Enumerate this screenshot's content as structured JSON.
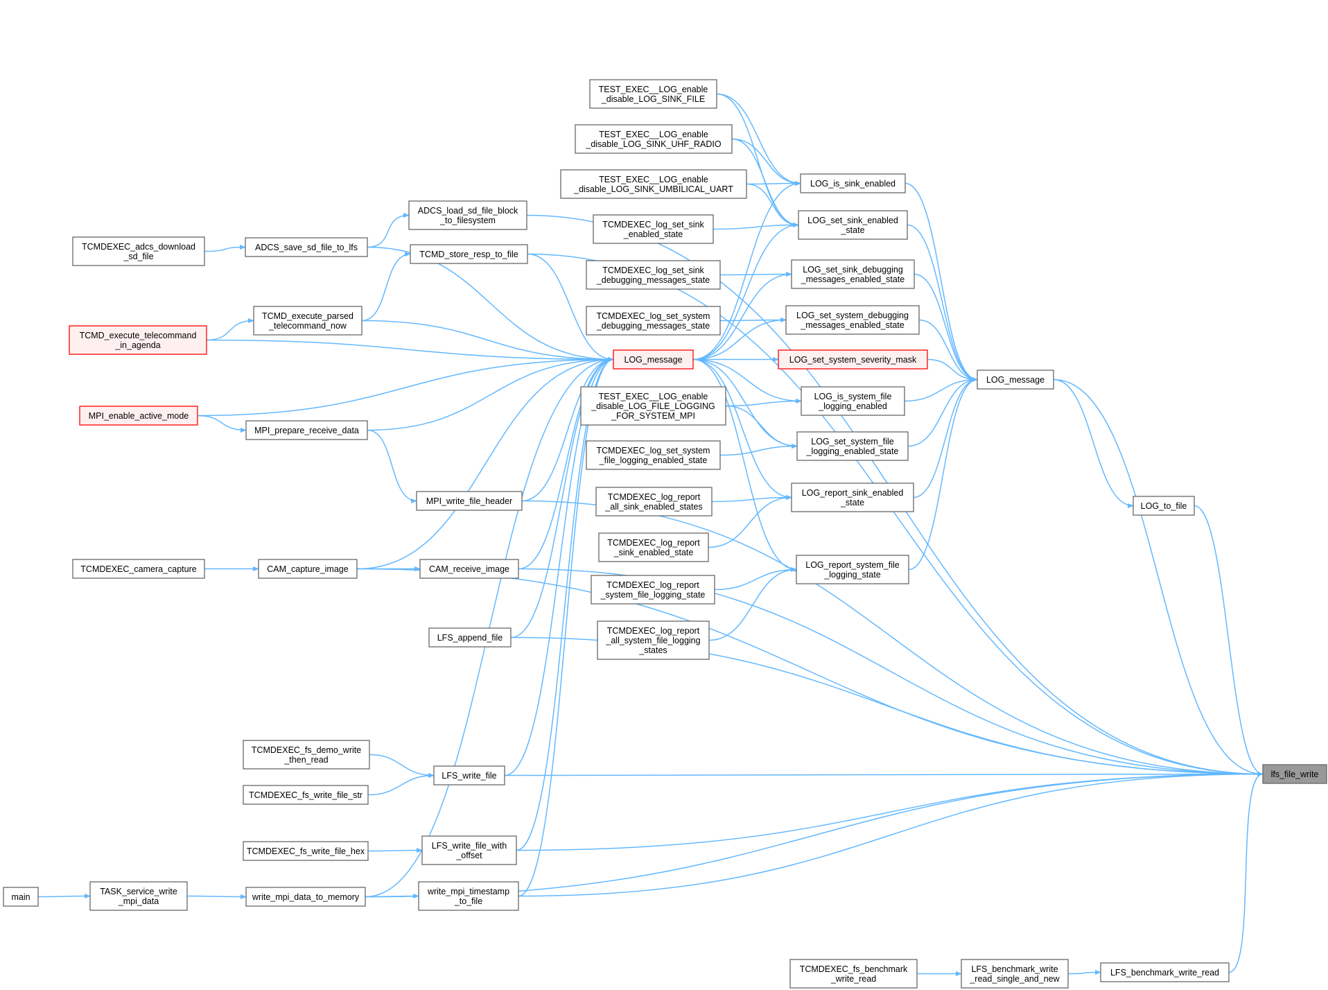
{
  "graph": {
    "nodes": [
      {
        "id": "lfs_file_write",
        "lines": [
          "lfs_file_write"
        ],
        "style": "highlight"
      },
      {
        "id": "main",
        "lines": [
          "main"
        ],
        "style": "normal"
      },
      {
        "id": "TASK_service_write_mpi_data",
        "lines": [
          "TASK_service_write",
          "_mpi_data"
        ],
        "style": "normal"
      },
      {
        "id": "write_mpi_data_to_memory",
        "lines": [
          "write_mpi_data_to_memory"
        ],
        "style": "normal"
      },
      {
        "id": "write_mpi_timestamp_to_file",
        "lines": [
          "write_mpi_timestamp",
          "_to_file"
        ],
        "style": "normal"
      },
      {
        "id": "TCMDEXEC_fs_write_file_hex",
        "lines": [
          "TCMDEXEC_fs_write_file_hex"
        ],
        "style": "normal"
      },
      {
        "id": "LFS_write_file_with_offset",
        "lines": [
          "LFS_write_file_with",
          "_offset"
        ],
        "style": "normal"
      },
      {
        "id": "TCMDEXEC_fs_demo_write_then_read",
        "lines": [
          "TCMDEXEC_fs_demo_write",
          "_then_read"
        ],
        "style": "normal"
      },
      {
        "id": "TCMDEXEC_fs_write_file_str",
        "lines": [
          "TCMDEXEC_fs_write_file_str"
        ],
        "style": "normal"
      },
      {
        "id": "LFS_write_file",
        "lines": [
          "LFS_write_file"
        ],
        "style": "normal"
      },
      {
        "id": "LFS_append_file",
        "lines": [
          "LFS_append_file"
        ],
        "style": "normal"
      },
      {
        "id": "TCMDEXEC_camera_capture",
        "lines": [
          "TCMDEXEC_camera_capture"
        ],
        "style": "normal"
      },
      {
        "id": "CAM_capture_image",
        "lines": [
          "CAM_capture_image"
        ],
        "style": "normal"
      },
      {
        "id": "CAM_receive_image",
        "lines": [
          "CAM_receive_image"
        ],
        "style": "normal"
      },
      {
        "id": "MPI_write_file_header",
        "lines": [
          "MPI_write_file_header"
        ],
        "style": "normal"
      },
      {
        "id": "MPI_enable_active_mode",
        "lines": [
          "MPI_enable_active_mode"
        ],
        "style": "red"
      },
      {
        "id": "MPI_prepare_receive_data",
        "lines": [
          "MPI_prepare_receive_data"
        ],
        "style": "normal"
      },
      {
        "id": "TCMD_execute_telecommand_in_agenda",
        "lines": [
          "TCMD_execute_telecommand",
          "_in_agenda"
        ],
        "style": "red"
      },
      {
        "id": "TCMD_execute_parsed_telecommand_now",
        "lines": [
          "TCMD_execute_parsed",
          "_telecommand_now"
        ],
        "style": "normal"
      },
      {
        "id": "TCMDEXEC_adcs_download_sd_file",
        "lines": [
          "TCMDEXEC_adcs_download",
          "_sd_file"
        ],
        "style": "normal"
      },
      {
        "id": "ADCS_save_sd_file_to_lfs",
        "lines": [
          "ADCS_save_sd_file_to_lfs"
        ],
        "style": "normal"
      },
      {
        "id": "ADCS_load_sd_file_block_to_filesystem",
        "lines": [
          "ADCS_load_sd_file_block",
          "_to_filesystem"
        ],
        "style": "normal"
      },
      {
        "id": "TCMD_store_resp_to_file",
        "lines": [
          "TCMD_store_resp_to_file"
        ],
        "style": "normal"
      },
      {
        "id": "LOG_message_left",
        "lines": [
          "LOG_message"
        ],
        "style": "red"
      },
      {
        "id": "TEST_EXEC_FILE",
        "lines": [
          "TEST_EXEC__LOG_enable",
          "_disable_LOG_SINK_FILE"
        ],
        "style": "normal"
      },
      {
        "id": "TEST_EXEC_UHF",
        "lines": [
          "TEST_EXEC__LOG_enable",
          "_disable_LOG_SINK_UHF_RADIO"
        ],
        "style": "normal"
      },
      {
        "id": "TEST_EXEC_UMB",
        "lines": [
          "TEST_EXEC__LOG_enable",
          "_disable_LOG_SINK_UMBILICAL_UART"
        ],
        "style": "normal"
      },
      {
        "id": "TCMDEXEC_log_set_sink_enabled_state",
        "lines": [
          "TCMDEXEC_log_set_sink",
          "_enabled_state"
        ],
        "style": "normal"
      },
      {
        "id": "TCMDEXEC_log_set_sink_debugging",
        "lines": [
          "TCMDEXEC_log_set_sink",
          "_debugging_messages_state"
        ],
        "style": "normal"
      },
      {
        "id": "TCMDEXEC_log_set_system_debugging",
        "lines": [
          "TCMDEXEC_log_set_system",
          "_debugging_messages_state"
        ],
        "style": "normal"
      },
      {
        "id": "TEST_EXEC_SYSTEM_MPI",
        "lines": [
          "TEST_EXEC__LOG_enable",
          "_disable_LOG_FILE_LOGGING",
          "_FOR_SYSTEM_MPI"
        ],
        "style": "normal"
      },
      {
        "id": "TCMDEXEC_log_set_system_file_logging",
        "lines": [
          "TCMDEXEC_log_set_system",
          "_file_logging_enabled_state"
        ],
        "style": "normal"
      },
      {
        "id": "TCMDEXEC_log_report_all_sink",
        "lines": [
          "TCMDEXEC_log_report",
          "_all_sink_enabled_states"
        ],
        "style": "normal"
      },
      {
        "id": "TCMDEXEC_log_report_sink",
        "lines": [
          "TCMDEXEC_log_report",
          "_sink_enabled_state"
        ],
        "style": "normal"
      },
      {
        "id": "TCMDEXEC_log_report_system_file",
        "lines": [
          "TCMDEXEC_log_report",
          "_system_file_logging_state"
        ],
        "style": "normal"
      },
      {
        "id": "TCMDEXEC_log_report_all_system_file",
        "lines": [
          "TCMDEXEC_log_report",
          "_all_system_file_logging",
          "_states"
        ],
        "style": "normal"
      },
      {
        "id": "LOG_is_sink_enabled",
        "lines": [
          "LOG_is_sink_enabled"
        ],
        "style": "normal"
      },
      {
        "id": "LOG_set_sink_enabled_state",
        "lines": [
          "LOG_set_sink_enabled",
          "_state"
        ],
        "style": "normal"
      },
      {
        "id": "LOG_set_sink_debugging",
        "lines": [
          "LOG_set_sink_debugging",
          "_messages_enabled_state"
        ],
        "style": "normal"
      },
      {
        "id": "LOG_set_system_debugging",
        "lines": [
          "LOG_set_system_debugging",
          "_messages_enabled_state"
        ],
        "style": "normal"
      },
      {
        "id": "LOG_set_system_severity_mask",
        "lines": [
          "LOG_set_system_severity_mask"
        ],
        "style": "red"
      },
      {
        "id": "LOG_is_system_file_logging_enabled",
        "lines": [
          "LOG_is_system_file",
          "_logging_enabled"
        ],
        "style": "normal"
      },
      {
        "id": "LOG_set_system_file_logging_enabled_state",
        "lines": [
          "LOG_set_system_file",
          "_logging_enabled_state"
        ],
        "style": "normal"
      },
      {
        "id": "LOG_report_sink_enabled_state",
        "lines": [
          "LOG_report_sink_enabled",
          "_state"
        ],
        "style": "normal"
      },
      {
        "id": "LOG_report_system_file_logging_state",
        "lines": [
          "LOG_report_system_file",
          "_logging_state"
        ],
        "style": "normal"
      },
      {
        "id": "LOG_message_right",
        "lines": [
          "LOG_message"
        ],
        "style": "normal"
      },
      {
        "id": "LOG_to_file",
        "lines": [
          "LOG_to_file"
        ],
        "style": "normal"
      },
      {
        "id": "TCMDEXEC_fs_benchmark_write_read",
        "lines": [
          "TCMDEXEC_fs_benchmark",
          "_write_read"
        ],
        "style": "normal"
      },
      {
        "id": "LFS_benchmark_write_read_single_and_new",
        "lines": [
          "LFS_benchmark_write",
          "_read_single_and_new"
        ],
        "style": "normal"
      },
      {
        "id": "LFS_benchmark_write_read",
        "lines": [
          "LFS_benchmark_write_read"
        ],
        "style": "normal"
      }
    ],
    "edges": [
      [
        "main",
        "TASK_service_write_mpi_data"
      ],
      [
        "TASK_service_write_mpi_data",
        "write_mpi_data_to_memory"
      ],
      [
        "write_mpi_data_to_memory",
        "write_mpi_timestamp_to_file"
      ],
      [
        "write_mpi_data_to_memory",
        "LOG_message_left"
      ],
      [
        "write_mpi_data_to_memory",
        "lfs_file_write"
      ],
      [
        "write_mpi_timestamp_to_file",
        "LOG_message_left"
      ],
      [
        "write_mpi_timestamp_to_file",
        "lfs_file_write"
      ],
      [
        "TCMDEXEC_fs_write_file_hex",
        "LFS_write_file_with_offset"
      ],
      [
        "LFS_write_file_with_offset",
        "LOG_message_left"
      ],
      [
        "LFS_write_file_with_offset",
        "lfs_file_write"
      ],
      [
        "TCMDEXEC_fs_demo_write_then_read",
        "LFS_write_file"
      ],
      [
        "TCMDEXEC_fs_write_file_str",
        "LFS_write_file"
      ],
      [
        "LFS_write_file",
        "LOG_message_left"
      ],
      [
        "LFS_write_file",
        "lfs_file_write"
      ],
      [
        "LFS_append_file",
        "LOG_message_left"
      ],
      [
        "LFS_append_file",
        "lfs_file_write"
      ],
      [
        "TCMDEXEC_camera_capture",
        "CAM_capture_image"
      ],
      [
        "CAM_capture_image",
        "CAM_receive_image"
      ],
      [
        "CAM_capture_image",
        "LOG_message_left"
      ],
      [
        "CAM_capture_image",
        "lfs_file_write"
      ],
      [
        "CAM_receive_image",
        "LOG_message_left"
      ],
      [
        "CAM_receive_image",
        "lfs_file_write"
      ],
      [
        "MPI_enable_active_mode",
        "MPI_prepare_receive_data"
      ],
      [
        "MPI_enable_active_mode",
        "LOG_message_left"
      ],
      [
        "MPI_prepare_receive_data",
        "MPI_write_file_header"
      ],
      [
        "MPI_prepare_receive_data",
        "LOG_message_left"
      ],
      [
        "MPI_write_file_header",
        "LOG_message_left"
      ],
      [
        "MPI_write_file_header",
        "lfs_file_write"
      ],
      [
        "TCMD_execute_telecommand_in_agenda",
        "TCMD_execute_parsed_telecommand_now"
      ],
      [
        "TCMD_execute_telecommand_in_agenda",
        "LOG_message_left"
      ],
      [
        "TCMD_execute_parsed_telecommand_now",
        "TCMD_store_resp_to_file"
      ],
      [
        "TCMD_execute_parsed_telecommand_now",
        "LOG_message_left"
      ],
      [
        "TCMD_store_resp_to_file",
        "LOG_message_left"
      ],
      [
        "TCMD_store_resp_to_file",
        "lfs_file_write"
      ],
      [
        "TCMDEXEC_adcs_download_sd_file",
        "ADCS_save_sd_file_to_lfs"
      ],
      [
        "ADCS_save_sd_file_to_lfs",
        "ADCS_load_sd_file_block_to_filesystem"
      ],
      [
        "ADCS_save_sd_file_to_lfs",
        "LOG_message_left"
      ],
      [
        "ADCS_load_sd_file_block_to_filesystem",
        "lfs_file_write"
      ],
      [
        "LOG_message_left",
        "LOG_is_sink_enabled"
      ],
      [
        "LOG_message_left",
        "LOG_set_sink_enabled_state"
      ],
      [
        "LOG_message_left",
        "LOG_set_sink_debugging"
      ],
      [
        "LOG_message_left",
        "LOG_set_system_debugging"
      ],
      [
        "LOG_message_left",
        "LOG_set_system_severity_mask"
      ],
      [
        "LOG_message_left",
        "LOG_is_system_file_logging_enabled"
      ],
      [
        "LOG_message_left",
        "LOG_set_system_file_logging_enabled_state"
      ],
      [
        "LOG_message_left",
        "LOG_report_sink_enabled_state"
      ],
      [
        "LOG_message_left",
        "LOG_report_system_file_logging_state"
      ],
      [
        "TEST_EXEC_FILE",
        "LOG_is_sink_enabled"
      ],
      [
        "TEST_EXEC_FILE",
        "LOG_set_sink_enabled_state"
      ],
      [
        "TEST_EXEC_UHF",
        "LOG_is_sink_enabled"
      ],
      [
        "TEST_EXEC_UHF",
        "LOG_set_sink_enabled_state"
      ],
      [
        "TEST_EXEC_UMB",
        "LOG_is_sink_enabled"
      ],
      [
        "TEST_EXEC_UMB",
        "LOG_set_sink_enabled_state"
      ],
      [
        "TCMDEXEC_log_set_sink_enabled_state",
        "LOG_set_sink_enabled_state"
      ],
      [
        "TCMDEXEC_log_set_sink_debugging",
        "LOG_set_sink_debugging"
      ],
      [
        "TCMDEXEC_log_set_system_debugging",
        "LOG_set_system_debugging"
      ],
      [
        "TEST_EXEC_SYSTEM_MPI",
        "LOG_is_system_file_logging_enabled"
      ],
      [
        "TEST_EXEC_SYSTEM_MPI",
        "LOG_set_system_file_logging_enabled_state"
      ],
      [
        "TCMDEXEC_log_set_system_file_logging",
        "LOG_set_system_file_logging_enabled_state"
      ],
      [
        "TCMDEXEC_log_report_all_sink",
        "LOG_report_sink_enabled_state"
      ],
      [
        "TCMDEXEC_log_report_sink",
        "LOG_report_sink_enabled_state"
      ],
      [
        "TCMDEXEC_log_report_system_file",
        "LOG_report_system_file_logging_state"
      ],
      [
        "TCMDEXEC_log_report_all_system_file",
        "LOG_report_system_file_logging_state"
      ],
      [
        "LOG_is_sink_enabled",
        "LOG_message_right"
      ],
      [
        "LOG_set_sink_enabled_state",
        "LOG_message_right"
      ],
      [
        "LOG_set_sink_debugging",
        "LOG_message_right"
      ],
      [
        "LOG_set_system_debugging",
        "LOG_message_right"
      ],
      [
        "LOG_set_system_severity_mask",
        "LOG_message_right"
      ],
      [
        "LOG_is_system_file_logging_enabled",
        "LOG_message_right"
      ],
      [
        "LOG_set_system_file_logging_enabled_state",
        "LOG_message_right"
      ],
      [
        "LOG_report_sink_enabled_state",
        "LOG_message_right"
      ],
      [
        "LOG_report_system_file_logging_state",
        "LOG_message_right"
      ],
      [
        "LOG_message_right",
        "LOG_to_file"
      ],
      [
        "LOG_message_right",
        "lfs_file_write"
      ],
      [
        "LOG_to_file",
        "lfs_file_write"
      ],
      [
        "TCMDEXEC_fs_benchmark_write_read",
        "LFS_benchmark_write_read_single_and_new"
      ],
      [
        "LFS_benchmark_write_read_single_and_new",
        "LFS_benchmark_write_read"
      ],
      [
        "LFS_benchmark_write_read",
        "lfs_file_write"
      ]
    ]
  }
}
